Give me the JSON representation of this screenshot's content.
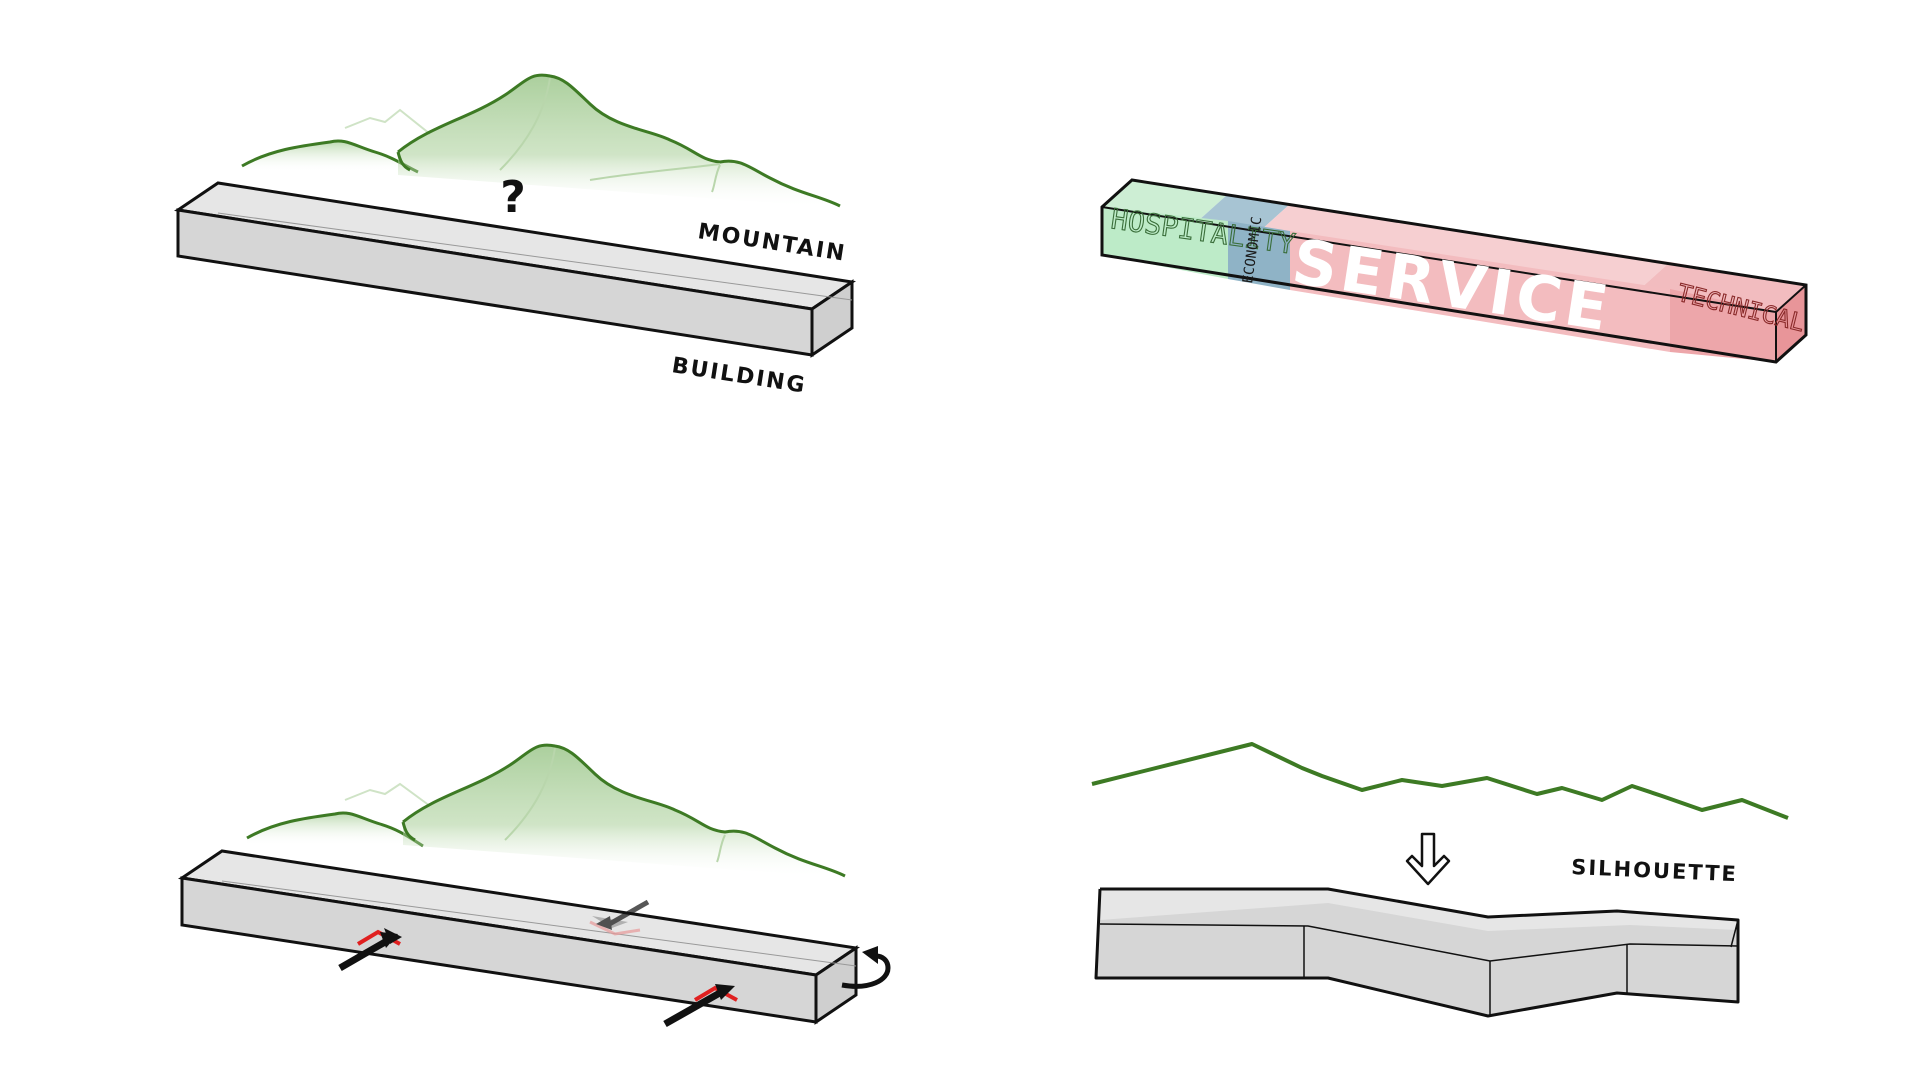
{
  "panels": {
    "mountain_building": {
      "mountain_label": "MOUNTAIN",
      "building_label": "BUILDING",
      "question_mark": "?"
    },
    "program": {
      "hospitality_label": "HOSPITALITY",
      "economic_label": "ECONOMIC",
      "service_label": "SERVICE",
      "technical_label": "TECHNICAL"
    },
    "silhouette": {
      "silhouette_label": "SILHOUETTE"
    }
  },
  "colors": {
    "mountain_stroke": "#3d7a24",
    "mountain_fill": "#8fbf7c",
    "building_fill": "#d9d9d9",
    "building_stroke": "#111111",
    "hospitality": "#bdebc8",
    "economic": "#8fb3c6",
    "service": "#f3bcbf",
    "technical": "#eda6aa",
    "accent_red": "#e02020"
  },
  "icons": [
    "question-mark-icon",
    "arrow-icon",
    "rotate-arrow-icon",
    "down-arrow-icon"
  ]
}
